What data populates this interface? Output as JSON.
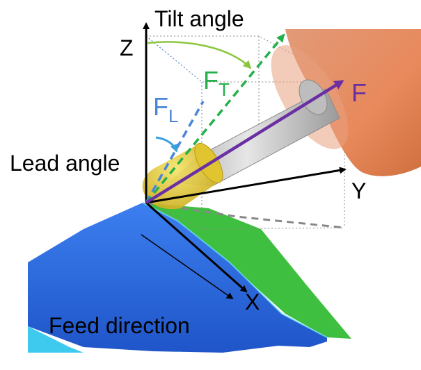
{
  "labels": {
    "tilt_angle": "Tilt angle",
    "lead_angle": "Lead angle",
    "feed_direction": "Feed direction",
    "z_axis": "Z",
    "y_axis": "Y",
    "x_axis": "X",
    "force_total": "F",
    "force_tilt_main": "F",
    "force_tilt_sub": "T",
    "force_lead_main": "F",
    "force_lead_sub": "L"
  },
  "colors": {
    "force_total": "#6a2fa3",
    "force_tilt": "#23b04a",
    "force_lead": "#4a86d8",
    "tilt_arc": "#8cc63f",
    "lead_arc": "#3aa0e0",
    "spindle": "#e9916a",
    "tool_shank": "#c8c8c8",
    "ball_tip": "#e3c82a",
    "surface_blue": "#2e6ae0",
    "surface_green": "#3fbf3f"
  }
}
